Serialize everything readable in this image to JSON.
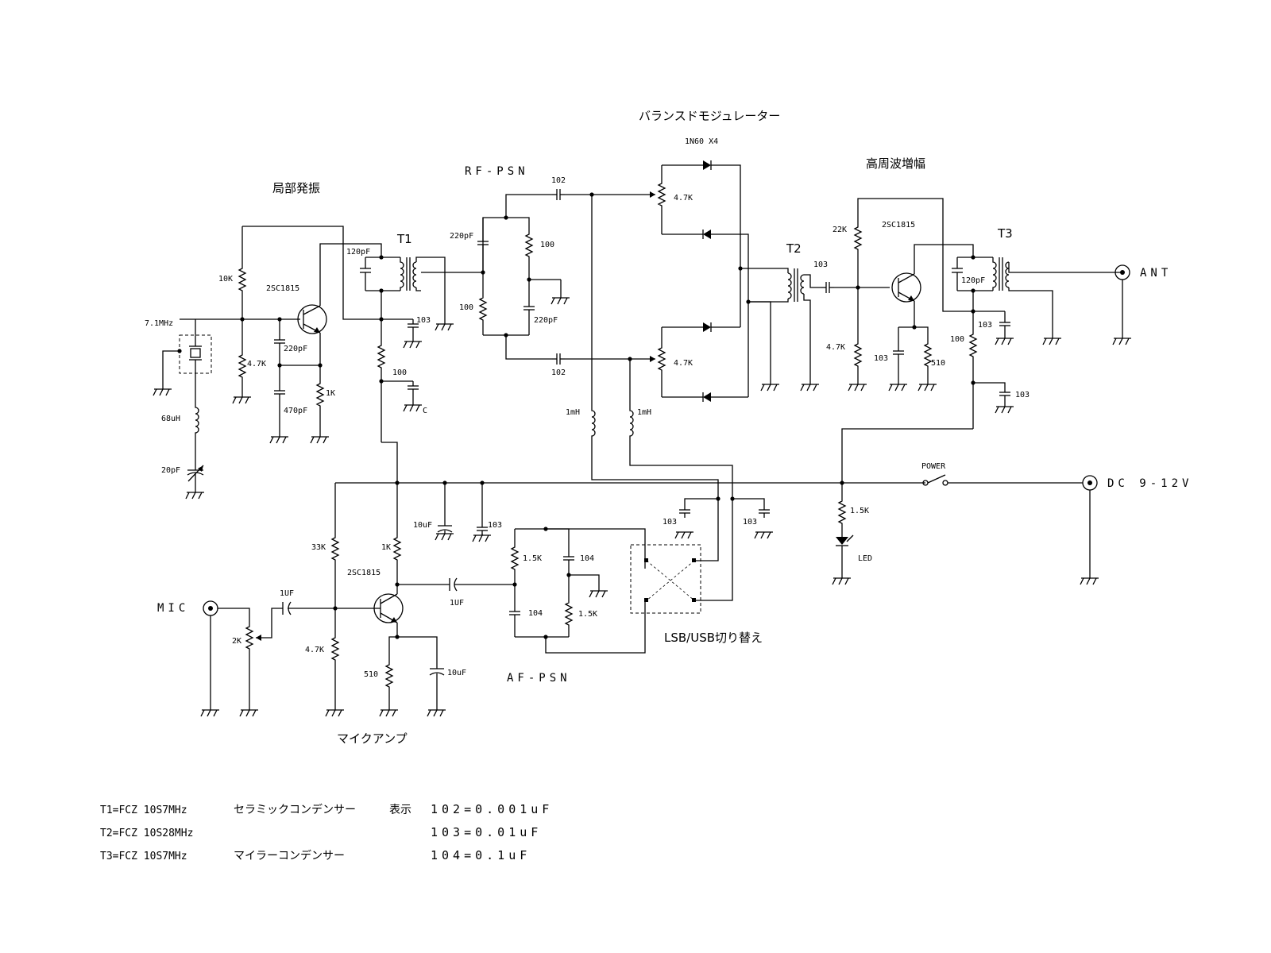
{
  "section_labels": {
    "local_osc": "局部発振",
    "rf_psn": "RF-PSN",
    "balanced_mod": "バランスドモジュレーター",
    "rf_amp": "高周波増幅",
    "af_psn": "AF-PSN",
    "mic_amp": "マイクアンプ",
    "lsb_usb": "LSB/USB切り替え"
  },
  "transformers": {
    "t1": "T1",
    "t2": "T2",
    "t3": "T3"
  },
  "connectors": {
    "mic": "MIC",
    "ant": "ANT",
    "dc": "DC 9-12V"
  },
  "switch_label": "POWER",
  "component_labels": {
    "freq": "7.1MHz",
    "r10k": "10K",
    "q1": "2SC1815",
    "c120_t1": "120pF",
    "c220_osc": "220pF",
    "r47_osc": "4.7K",
    "c470": "470pF",
    "r1k_osc": "1K",
    "l68": "68uH",
    "c20": "20pF",
    "c103_t1": "103",
    "r100_osc": "100",
    "c_osc": "C",
    "c220_rf": "220pF",
    "r100_rf": "100",
    "r100_rf2": "100",
    "c220_rf2": "220pF",
    "c102_top": "102",
    "c102_bot": "102",
    "diodes": "1N60 X4",
    "pot1": "4.7K",
    "pot2": "4.7K",
    "l1mh_a": "1mH",
    "l1mh_b": "1mH",
    "c103_t2": "103",
    "r22k": "22K",
    "q3": "2SC1815",
    "c120_t3": "120pF",
    "r47_rf": "4.7K",
    "c103_q3": "103",
    "r510_rf": "510",
    "c103_t3": "103",
    "r100_t3": "100",
    "c103_dec": "103",
    "c103_dec1": "103",
    "c103_dec2": "103",
    "r15k_led": "1.5K",
    "led": "LED",
    "c10u_pwr": "10uF",
    "c103_pwr": "103",
    "r33k": "33K",
    "r1k_mic": "1K",
    "q2": "2SC1815",
    "c1uf_in": "1UF",
    "c1uf_out": "1UF",
    "pot2k": "2K",
    "r47_mic": "4.7K",
    "r510_mic": "510",
    "c10u_mic": "10uF",
    "r15k_af1": "1.5K",
    "c104_af1": "104",
    "c104_af2": "104",
    "r15k_af2": "1.5K"
  },
  "notes": [
    {
      "t": "T1=FCZ 10S7MHz",
      "kind": "セラミックコンデンサー",
      "hdr": "表示",
      "val": "102=0.001uF"
    },
    {
      "t": "T2=FCZ 10S28MHz",
      "kind": "",
      "hdr": "",
      "val": "103=0.01uF"
    },
    {
      "t": "T3=FCZ 10S7MHz",
      "kind": "マイラーコンデンサー",
      "hdr": "",
      "val": "104=0.1uF"
    }
  ]
}
